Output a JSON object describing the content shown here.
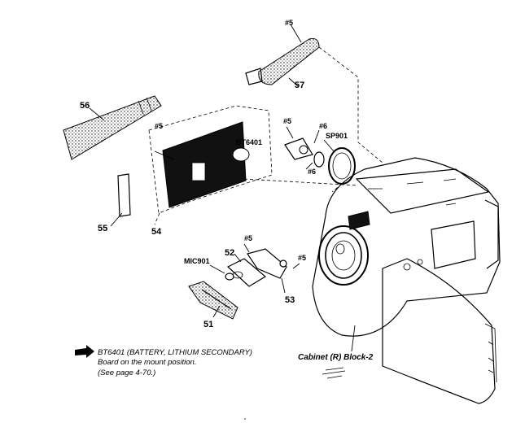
{
  "parts": {
    "p56": "56",
    "p57": "57",
    "p55": "55",
    "p54": "54",
    "p52": "52",
    "p51": "51",
    "p53": "53",
    "screw_top": "#5",
    "screw_left": "#5",
    "screw_mid": "#5",
    "screw_right": "#5",
    "screw_mic": "#5",
    "hook_a": "#6",
    "hook_b": "#6",
    "bt6401": "BT6401",
    "sp901": "SP901",
    "mic901": "MIC901"
  },
  "note": {
    "line1": "BT6401 (BATTERY, LITHIUM SECONDARY)",
    "line2": "Board on the mount position.",
    "line3": "(See page 4-70.)"
  },
  "cabinet_label": "Cabinet (R) Block-2"
}
